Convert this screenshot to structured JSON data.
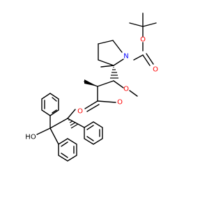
{
  "molecule": {
    "colors": {
      "bond": "#000000",
      "nitrogen": "#0000ff",
      "oxygen": "#ff0000",
      "hydroxyl": "#000000"
    },
    "atom_labels": {
      "n_pyrrolidine": "N",
      "o_carbonyl_boc": "O",
      "o_ester_boc": "O",
      "o_methoxy": "O",
      "o_carbonyl_ester": "O",
      "o_ester_link": "O",
      "hydroxyl": "HO"
    }
  }
}
